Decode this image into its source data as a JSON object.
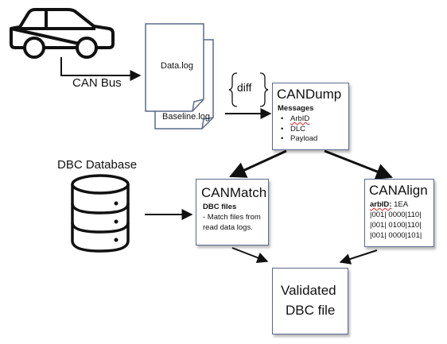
{
  "can_bus": {
    "label": "CAN Bus"
  },
  "files": {
    "data_log": "Data.log",
    "baseline_log": "Baseline.log"
  },
  "diff": {
    "label": "diff"
  },
  "candump": {
    "title": "CANDump",
    "subtitle": "Messages",
    "items": [
      "ArbID",
      "DLC",
      "Payload"
    ]
  },
  "dbc_database": {
    "label": "DBC Database"
  },
  "canmatch": {
    "title": "CANMatch",
    "subtitle": "DBC files",
    "lines": [
      "- Match files from",
      "read data logs."
    ]
  },
  "canalign": {
    "title": "CANAlign",
    "arbid_label": "arbID:",
    "arbid_value": "1EA",
    "rows": [
      "|001| 0000|110|",
      "|001| 0100|110|",
      "|001| 0000|101|"
    ]
  },
  "validated": {
    "line1": "Validated",
    "line2": "DBC file"
  },
  "colors": {
    "box_border": "#5a6a8a",
    "line": "#111111",
    "db_fill": "#ffffff"
  }
}
